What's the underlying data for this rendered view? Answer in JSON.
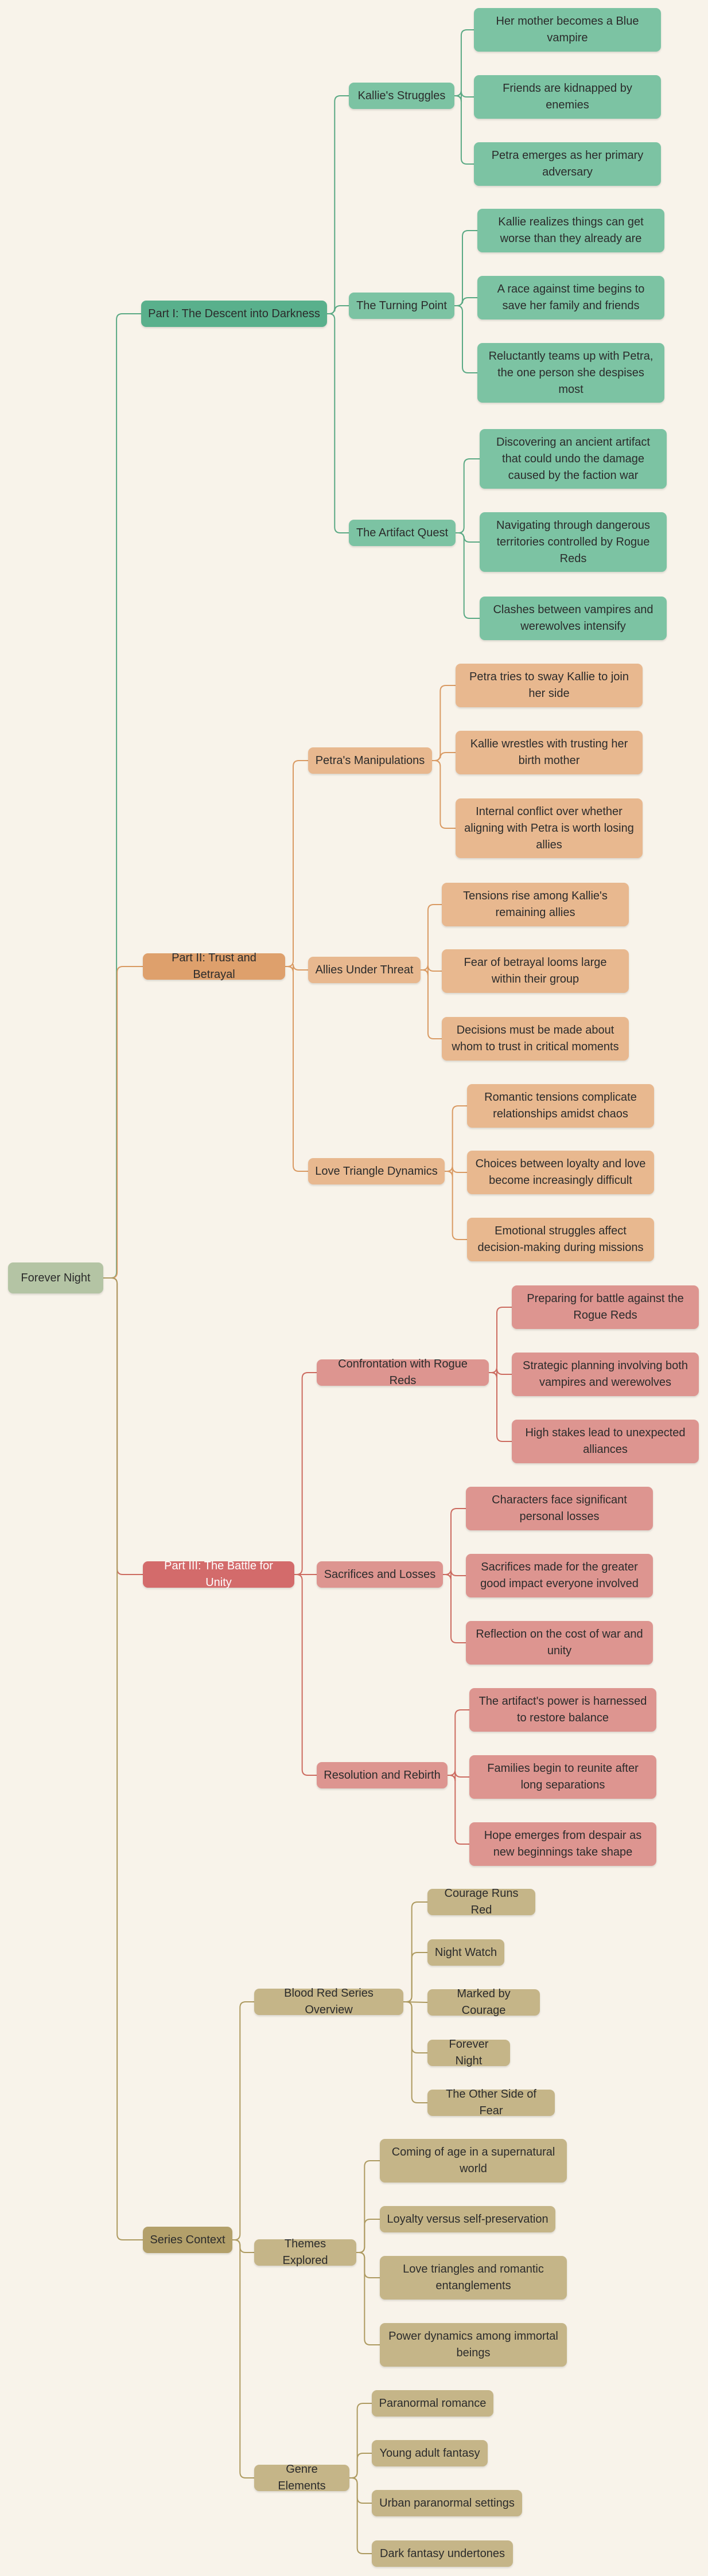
{
  "root": {
    "label": "Forever Night",
    "parts": [
      {
        "label": "Part I: The Descent into Darkness",
        "color": "#59b08c",
        "sections": [
          {
            "label": "Kallie's Struggles",
            "items": [
              "Her mother becomes a Blue vampire",
              "Friends are kidnapped by enemies",
              "Petra emerges as her primary adversary"
            ]
          },
          {
            "label": "The Turning Point",
            "items": [
              "Kallie realizes things can get worse than they already are",
              "A race against time begins to save her family and friends",
              "Reluctantly teams up with Petra, the one person she despises most"
            ]
          },
          {
            "label": "The Artifact Quest",
            "items": [
              "Discovering an ancient artifact that could undo the damage caused by the faction war",
              "Navigating through dangerous territories controlled by Rogue Reds",
              "Clashes between vampires and werewolves intensify"
            ]
          }
        ]
      },
      {
        "label": "Part II: Trust and Betrayal",
        "color": "#dea06c",
        "sections": [
          {
            "label": "Petra's Manipulations",
            "items": [
              "Petra tries to sway Kallie to join her side",
              "Kallie wrestles with trusting her birth mother",
              "Internal conflict over whether aligning with Petra is worth losing allies"
            ]
          },
          {
            "label": "Allies Under Threat",
            "items": [
              "Tensions rise among Kallie's remaining allies",
              "Fear of betrayal looms large within their group",
              "Decisions must be made about whom to trust in critical moments"
            ]
          },
          {
            "label": "Love Triangle Dynamics",
            "items": [
              "Romantic tensions complicate relationships amidst chaos",
              "Choices between loyalty and love become increasingly difficult",
              "Emotional struggles affect decision-making during missions"
            ]
          }
        ]
      },
      {
        "label": "Part III: The Battle for Unity",
        "color": "#d36b6b",
        "sections": [
          {
            "label": "Confrontation with Rogue Reds",
            "items": [
              "Preparing for battle against the Rogue Reds",
              "Strategic planning involving both vampires and werewolves",
              "High stakes lead to unexpected alliances"
            ]
          },
          {
            "label": "Sacrifices and Losses",
            "items": [
              "Characters face significant personal losses",
              "Sacrifices made for the greater good impact everyone involved",
              "Reflection on the cost of war and unity"
            ]
          },
          {
            "label": "Resolution and Rebirth",
            "items": [
              "The artifact's power is harnessed to restore balance",
              "Families begin to reunite after long separations",
              "Hope emerges from despair as new beginnings take shape"
            ]
          }
        ]
      },
      {
        "label": "Series Context",
        "color": "#b3a06a",
        "sections": [
          {
            "label": "Blood Red Series Overview",
            "items": [
              "Courage Runs Red",
              "Night Watch",
              "Marked by Courage",
              "Forever Night",
              "The Other Side of Fear"
            ]
          },
          {
            "label": "Themes Explored",
            "items": [
              "Coming of age in a supernatural world",
              "Loyalty versus self-preservation",
              "Love triangles and romantic entanglements",
              "Power dynamics among immortal beings"
            ]
          },
          {
            "label": "Genre Elements",
            "items": [
              "Paranormal romance",
              "Young adult fantasy",
              "Urban paranormal settings",
              "Dark fantasy undertones"
            ]
          }
        ]
      }
    ]
  }
}
